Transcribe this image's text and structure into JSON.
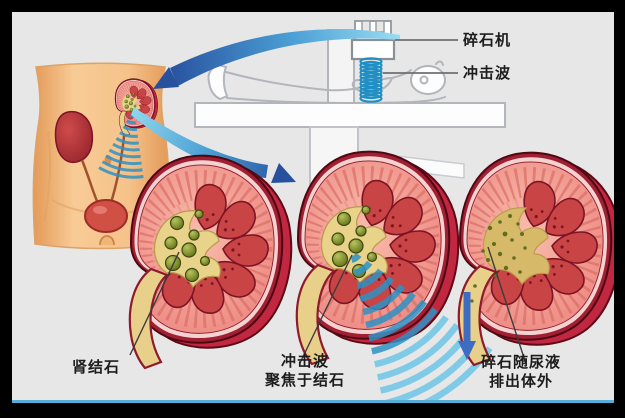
{
  "labels": {
    "machine": "碎石机",
    "shockwave": "冲击波",
    "kidney_stone": "肾结石",
    "focus": [
      "冲击波",
      "聚焦于结石"
    ],
    "excrete": [
      "碎石随尿液",
      "排出体外"
    ]
  },
  "colors": {
    "frame_bg": "#000000",
    "content_bg": "#e7e7e7",
    "bottom_line": "#56aed8",
    "wave_blue": "#2d92c4",
    "wave_blue_light": "#6cc6e6",
    "coil_blue": "#1f8fc4",
    "arrow_dark": "#27509e",
    "arrow_light": "#8fd6ee",
    "urine_arrow_blue": "#3e6cc2",
    "kidney_rim": "#a11f33",
    "kidney_edge3d": "#c22742",
    "cortex_pink": "#ef8f88",
    "pyramid_red": "#c94444",
    "pelvis_yellow": "#e9d28a",
    "stone_green": "#7c8a2c",
    "skin": "#f5c28a",
    "lineart_gray": "#b2b6ba",
    "label_text": "#1c1c1c"
  }
}
